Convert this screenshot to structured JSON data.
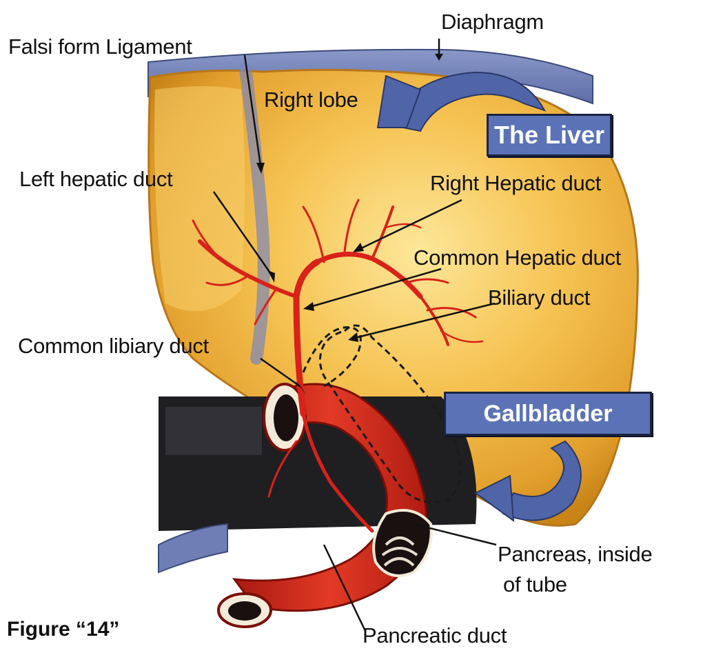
{
  "labels": {
    "diaphragm": "Diaphragm",
    "falciform_ligament": "Falsi form Ligament",
    "right_lobe": "Right lobe",
    "the_liver": "The Liver",
    "left_hepatic_duct": "Left hepatic duct",
    "right_hepatic_duct": "Right Hepatic duct",
    "common_hepatic_duct": "Common Hepatic duct",
    "biliary_duct": "Biliary duct",
    "common_biliary_duct": "Common libiary duct",
    "gallbladder": "Gallbladder",
    "pancreas_line1": "Pancreas, inside",
    "pancreas_line2": "of tube",
    "pancreatic_duct": "Pancreatic duct"
  },
  "caption": "Figure “14”",
  "colors": {
    "liver": "#f2b43c",
    "liver_highlight": "#fde79a",
    "liver_shadow": "#c98418",
    "diaphragm": "#6f7fb6",
    "duct": "#d8221a",
    "duodenum": "#d42a1c",
    "label_box": "#5b73b6",
    "dark_tissue": "#1f1f22"
  }
}
